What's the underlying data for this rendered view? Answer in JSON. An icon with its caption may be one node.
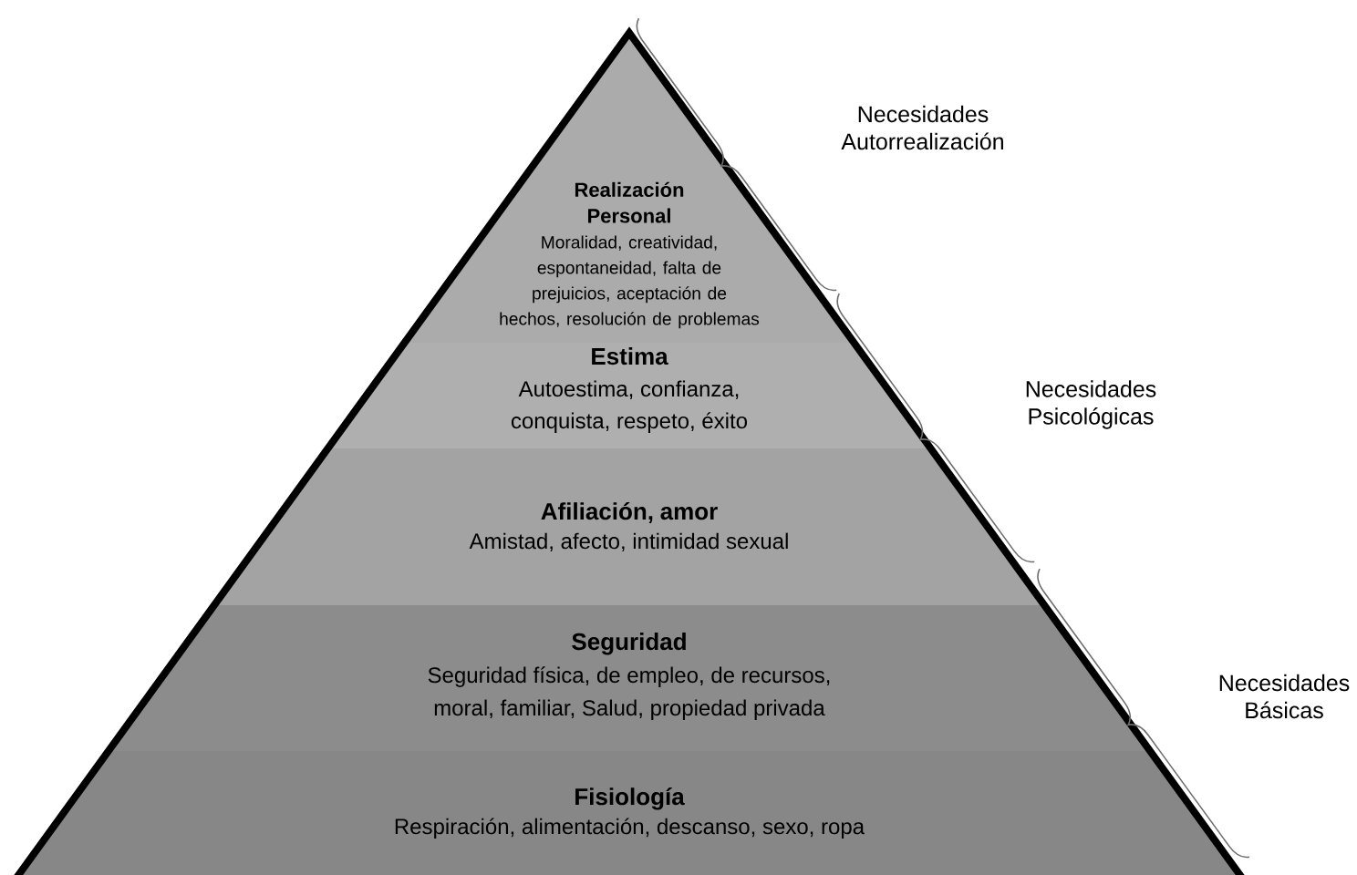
{
  "diagram": {
    "nodes": [
      {
        "text": [
          "Realización Personal",
          "Moralidad, creatividad, espontaneidad, falta de prejuicios, aceptación de hechos, resolución de problemas"
        ]
      },
      {
        "text": [
          "Estima",
          "Autoestima, confianza, conquista, respeto, éxito"
        ]
      },
      {
        "text": [
          "Afiliación, amor",
          "Amistad, afecto, intimidad sexual"
        ]
      },
      {
        "text": [
          "Seguridad",
          "Seguridad física, de empleo, de recursos, moral, familiar, Salud, propiedad privada"
        ]
      },
      {
        "text": [
          "Fisiología",
          "Respiración, alimentación, descanso, sexo, ropa"
        ]
      }
    ],
    "labels": [
      "Necesidades Autorrealización",
      "Necesidades Psicológicas",
      "Necesidades Básicas"
    ]
  }
}
